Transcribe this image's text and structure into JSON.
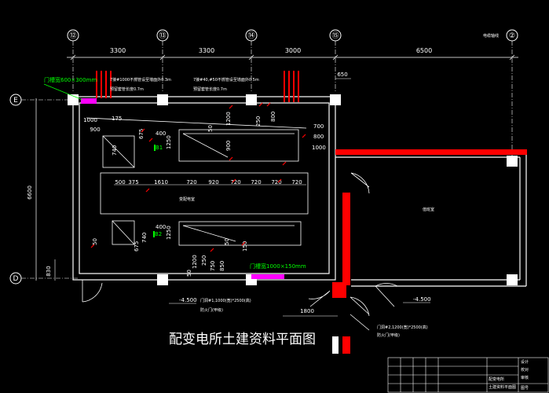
{
  "title": "配变电所土建资料平面图",
  "grid_axes": [
    "⑫",
    "⑬",
    "⑭",
    "⑮",
    "②"
  ],
  "row_axes": [
    "E",
    "D"
  ],
  "grid_note": "电缆轴线",
  "top_spans": [
    "3300",
    "3300",
    "3000",
    "6500"
  ],
  "right_offset": "650",
  "height_dim": "6600",
  "bottom_dim_830": "830",
  "bottom_dim_1800": "1800",
  "levels": [
    "-4.500",
    "-4.500"
  ],
  "rooms": {
    "main": "变配电室",
    "right": "值班室"
  },
  "notes": {
    "trench_top": "门槽宽600×300mm",
    "trench_bottom": "门槽宽1000×150mm",
    "top_left_1": "7接#1000不燃管设至墙面外0.3m",
    "top_left_2": "预留套管长度0.7m",
    "top_mid_1": "7接#40,#50不燃管设至墙面外0.5m",
    "top_mid_2": "预留套管长度0.7m",
    "door_left_1": "门洞#1,1000(宽)*2500(高)",
    "door_left_2": "防火门(甲级)",
    "door_right_1": "门洞#2,1200(宽)*2500(高)",
    "door_right_2": "防火门(甲级)"
  },
  "dims": {
    "d1000": "1000",
    "d900": "900",
    "d175": "175",
    "d400a": "400",
    "d675a": "675",
    "d740a": "740",
    "d1250a": "1250",
    "d50a": "50",
    "d1200a": "1200",
    "d250a": "250",
    "d800": "800",
    "d900b": "900",
    "d700": "700",
    "d800b": "800",
    "d1000b": "1000",
    "row": [
      "500",
      "375",
      "1610",
      "720",
      "920",
      "720",
      "720",
      "720",
      "720"
    ],
    "d400b": "400",
    "d740b": "740",
    "d675b": "675",
    "d1250b": "1250",
    "d50b": "50",
    "d1200b": "1200",
    "d250b": "250",
    "d750b": "750",
    "d850b": "850",
    "d50c": "50",
    "d50d": "50",
    "d150": "150",
    "B1": "B1",
    "B2": "B2"
  },
  "title_block": [
    "配变电所",
    "土建资料平面图",
    "设计",
    "校对",
    "审核",
    "图号"
  ],
  "colors": {
    "wall": "#ffffff",
    "red": "#ff0000",
    "green": "#00ff00",
    "magenta": "#ff00ff",
    "dim": "#00ffff"
  }
}
